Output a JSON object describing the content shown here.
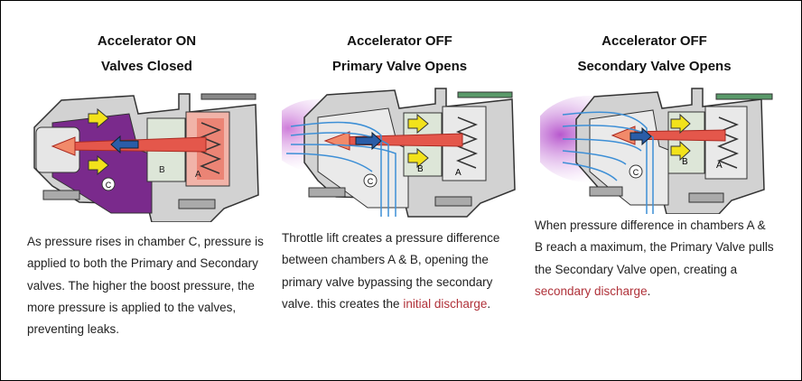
{
  "panels": [
    {
      "title_line1": "Accelerator ON",
      "title_line2": "Valves Closed",
      "caption": "As pressure rises in chamber C, pressure is applied to both the Primary and Secondary valves. The higher the boost pressure, the more pressure is applied to the valves, preventing leaks.",
      "highlight": "",
      "caption_end": "",
      "labels": {
        "a": "A",
        "b": "B",
        "c": "C"
      }
    },
    {
      "title_line1": "Accelerator OFF",
      "title_line2": "Primary Valve Opens",
      "caption": "Throttle lift creates a pressure difference between chambers A & B, opening the primary valve bypassing the secondary valve. this creates the ",
      "highlight": "initial discharge",
      "caption_end": ".",
      "labels": {
        "a": "A",
        "b": "B",
        "c": "C"
      }
    },
    {
      "title_line1": "Accelerator OFF",
      "title_line2": "Secondary Valve Opens",
      "caption": "When pressure difference in chambers A & B reach a maximum, the Primary Valve pulls the Secondary Valve open, creating a ",
      "highlight": "secondary discharge",
      "caption_end": ".",
      "labels": {
        "a": "A",
        "b": "B",
        "c": "C"
      }
    }
  ],
  "colors": {
    "chamber_c": "#7a2a8c",
    "boost_flow": "#e4574b",
    "pressure_arrow": "#f2e21b",
    "vent_flow": "#3d8fd6",
    "housing": "#c9c9c9",
    "highlight": "#b0323a"
  }
}
